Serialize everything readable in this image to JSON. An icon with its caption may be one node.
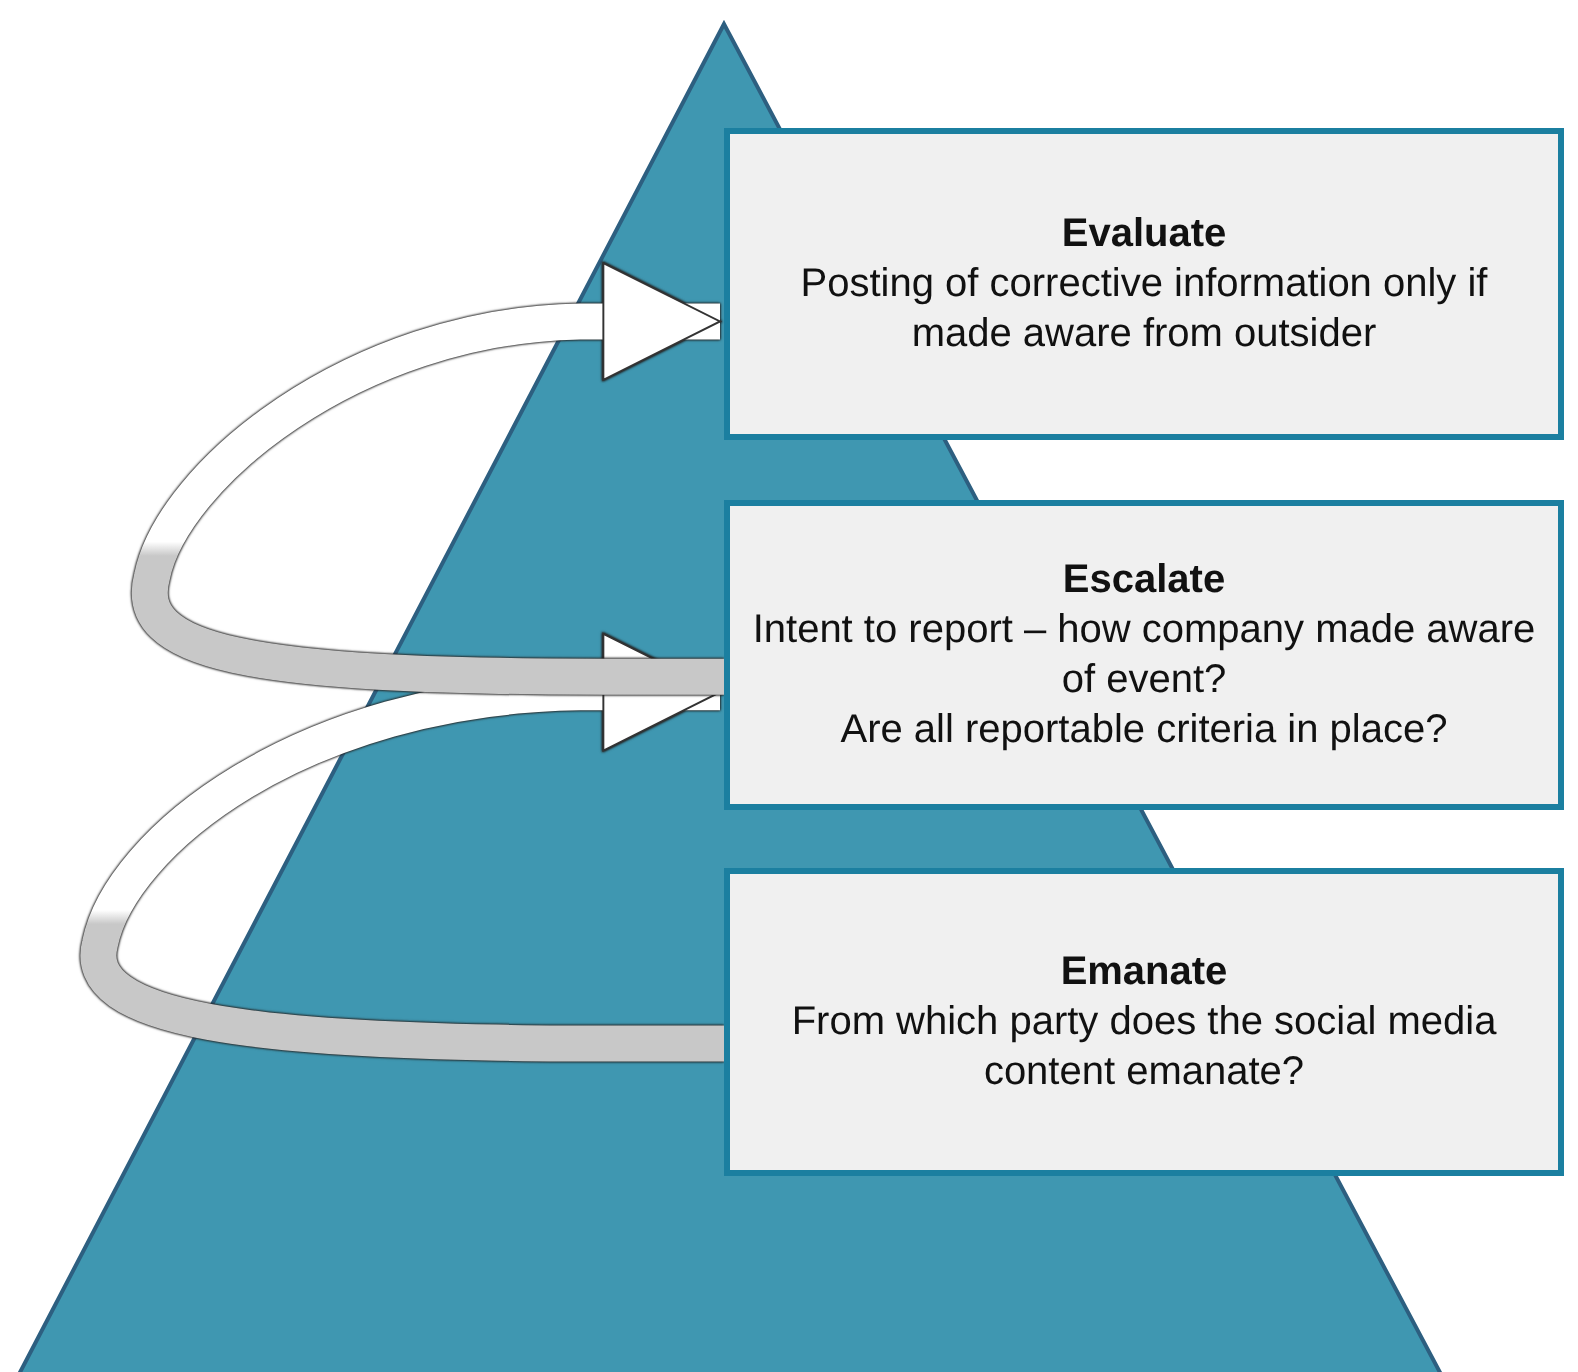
{
  "diagram": {
    "nodes": [
      {
        "text": [
          "Evaluate",
          "Posting of corrective information only if made aware from outsider"
        ]
      },
      {
        "text": [
          "Escalate",
          "Intent to report – how company made aware of event?",
          "Are all reportable criteria in place?"
        ]
      },
      {
        "text": [
          "Emanate",
          "From which party does the social media content emanate?"
        ]
      }
    ],
    "edges": [
      {
        "from": 2,
        "to": 1,
        "arrow": "to"
      },
      {
        "from": 1,
        "to": 0,
        "arrow": "to"
      }
    ]
  }
}
